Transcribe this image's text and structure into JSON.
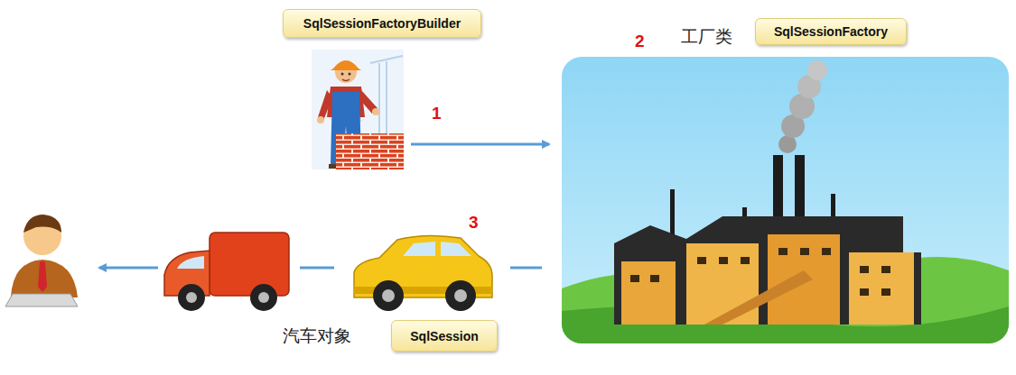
{
  "diagram": {
    "nodes": [
      {
        "text": [
          "SqlSessionFactoryBuilder"
        ]
      },
      {
        "text": [
          "SqlSessionFactory"
        ]
      },
      {
        "text": [
          "SqlSession"
        ]
      }
    ],
    "labels": [
      "1",
      "2",
      "工厂类",
      "3",
      "汽车对象"
    ]
  }
}
